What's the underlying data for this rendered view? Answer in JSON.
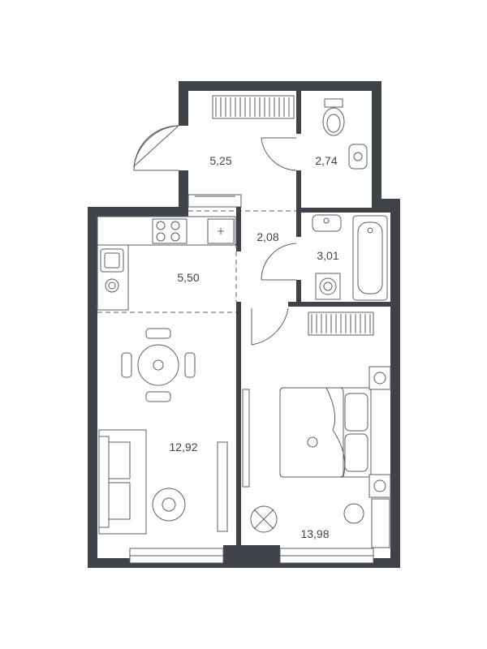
{
  "rooms": [
    {
      "key": "hall",
      "area": "5,25"
    },
    {
      "key": "wc",
      "area": "2,74"
    },
    {
      "key": "corridor",
      "area": "2,08"
    },
    {
      "key": "bathroom",
      "area": "3,01"
    },
    {
      "key": "kitchen",
      "area": "5,50"
    },
    {
      "key": "living",
      "area": "12,92"
    },
    {
      "key": "bedroom",
      "area": "13,98"
    }
  ],
  "colors": {
    "wall": "#3f4249",
    "line": "#5a5d63",
    "background": "#ffffff"
  },
  "icons": [
    "toilet-icon",
    "sink-icon",
    "bathtub-icon",
    "washing-machine-icon",
    "stove-icon",
    "dining-table-icon",
    "sofa-icon",
    "bed-icon",
    "plant-icon",
    "wardrobe-icon",
    "fridge-icon",
    "nightstand-icon",
    "coffee-table-icon",
    "tv-stand-icon"
  ]
}
